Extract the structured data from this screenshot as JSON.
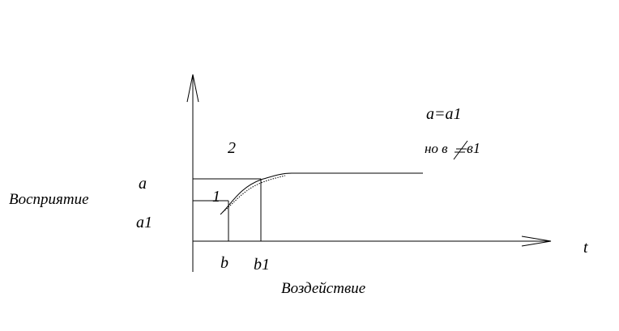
{
  "diagram": {
    "y_axis_label": "Восприятие",
    "x_axis_label": "Воздействие",
    "t_label": "t",
    "a_label": "a",
    "a1_label": "a1",
    "b_label": "b",
    "b1_label": "b1",
    "curve1_label": "1",
    "curve2_label": "2",
    "note_line1": "a=a1",
    "note_line2_prefix": "но в",
    "note_line2_suffix": "в1"
  }
}
